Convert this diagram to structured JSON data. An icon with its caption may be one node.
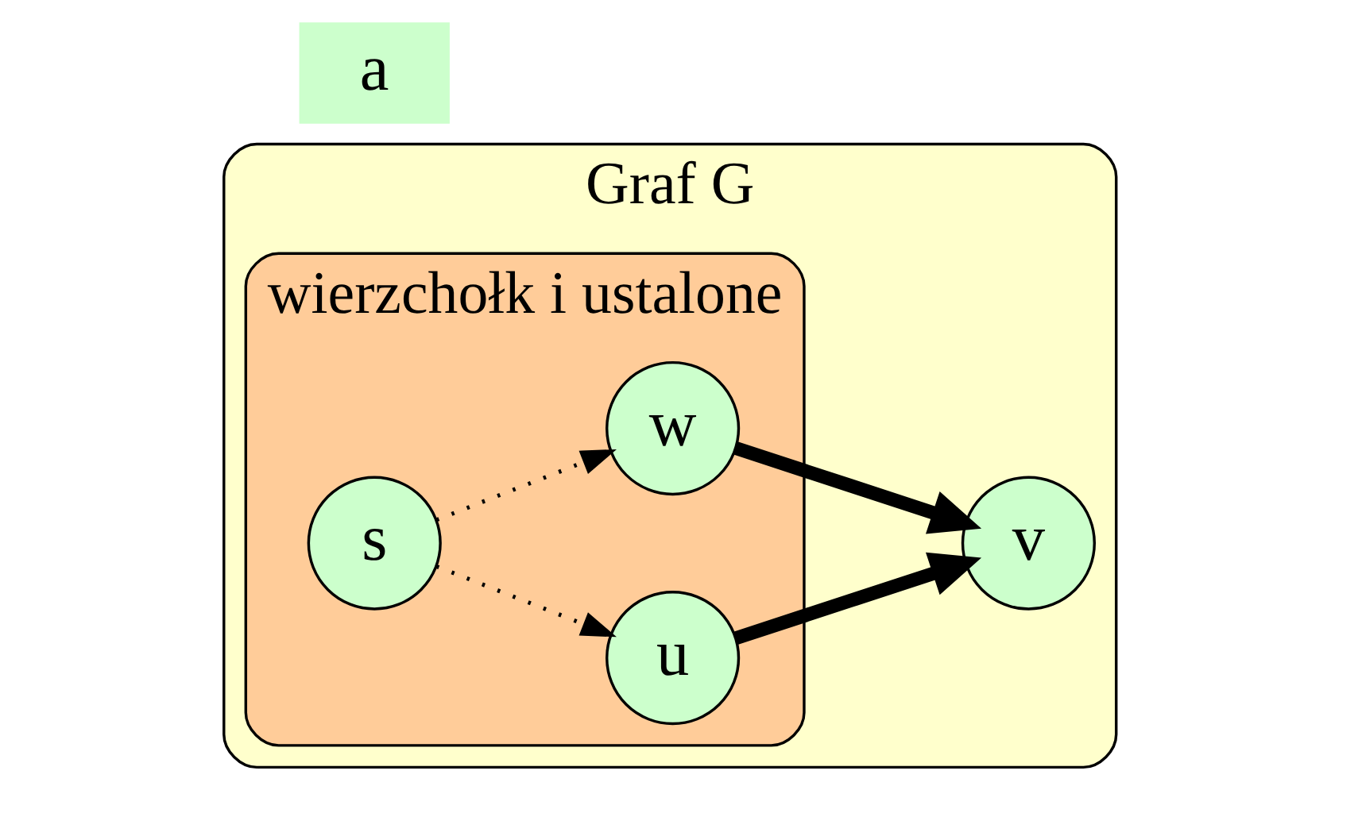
{
  "diagram": {
    "nodes": [
      {
        "text": [
          "Graf G"
        ]
      },
      {
        "text": [
          "wierzchołk i ustalone"
        ],
        "in": 0
      },
      {
        "text": [
          "s"
        ],
        "in": 1
      },
      {
        "text": [
          "u"
        ],
        "in": 1
      },
      {
        "text": [
          "w"
        ],
        "in": 1
      },
      {
        "text": [
          "v"
        ],
        "in": 0
      },
      {
        "text": [
          "a"
        ]
      }
    ],
    "edges": [
      {
        "from": 2,
        "to": 3,
        "arrow": "to",
        "style": "dashed"
      },
      {
        "from": 2,
        "to": 4,
        "arrow": "to",
        "style": "dashed"
      },
      {
        "from": 3,
        "to": 5,
        "arrow": "to",
        "style": "thick"
      },
      {
        "from": 4,
        "to": 5,
        "arrow": "to",
        "style": "thick"
      }
    ]
  }
}
